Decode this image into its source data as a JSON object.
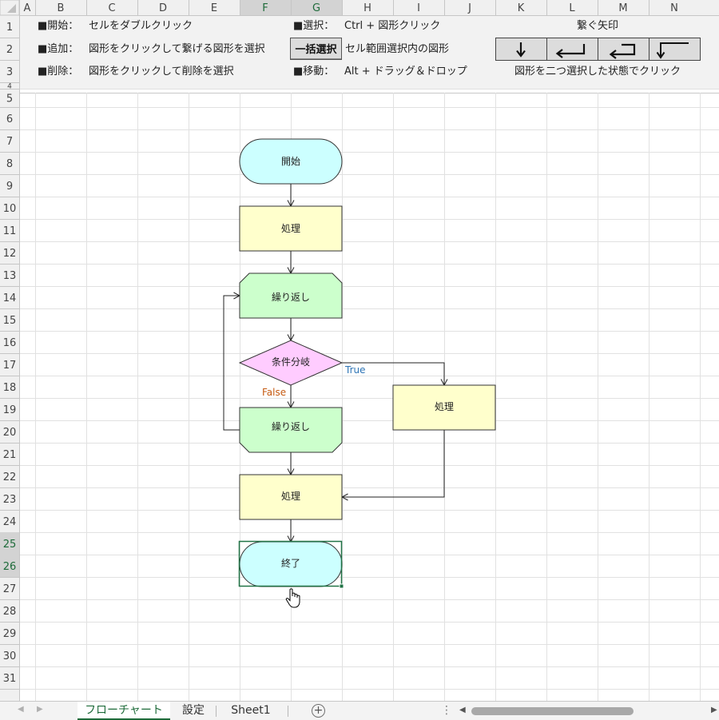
{
  "columns": [
    "A",
    "B",
    "C",
    "D",
    "E",
    "F",
    "G",
    "H",
    "I",
    "J",
    "K",
    "L",
    "M",
    "N"
  ],
  "rows": [
    "1",
    "2",
    "3",
    "4",
    "5",
    "6",
    "7",
    "8",
    "9",
    "10",
    "11",
    "12",
    "13",
    "14",
    "15",
    "16",
    "17",
    "18",
    "19",
    "20",
    "21",
    "22",
    "23",
    "24",
    "25",
    "26",
    "27",
    "28",
    "29",
    "30",
    "31"
  ],
  "instructions": {
    "start_label": "■開始：",
    "start_desc": "セルをダブルクリック",
    "add_label": "■追加：",
    "add_desc": "図形をクリックして繋げる図形を選択",
    "delete_label": "■削除：",
    "delete_desc": "図形をクリックして削除を選択",
    "select_label": "■選択：",
    "select_desc": "Ctrl + 図形クリック",
    "bulk_button": "一括選択",
    "bulk_desc": "セル範囲選択内の図形",
    "move_label": "■移動：",
    "move_desc": "Alt + ドラッグ＆ドロップ",
    "arrows_title": "繋ぐ矢印",
    "arrows_desc": "図形を二つ選択した状態でクリック"
  },
  "flowchart": {
    "start": "開始",
    "process1": "処理",
    "loop_start": "繰り返し",
    "decision": "条件分岐",
    "true_label": "True",
    "false_label": "False",
    "process_branch": "処理",
    "loop_end": "繰り返し",
    "process2": "処理",
    "end": "終了"
  },
  "tabs": {
    "sheet1": "フローチャート",
    "sheet2": "設定",
    "sheet3": "Sheet1",
    "add": "+"
  },
  "colors": {
    "terminal": "#ccffff",
    "process": "#ffffcc",
    "loop": "#ccffcc",
    "decision": "#ffccff",
    "true_text": "#2e75b6",
    "false_text": "#c55a11",
    "selection": "#217346"
  }
}
